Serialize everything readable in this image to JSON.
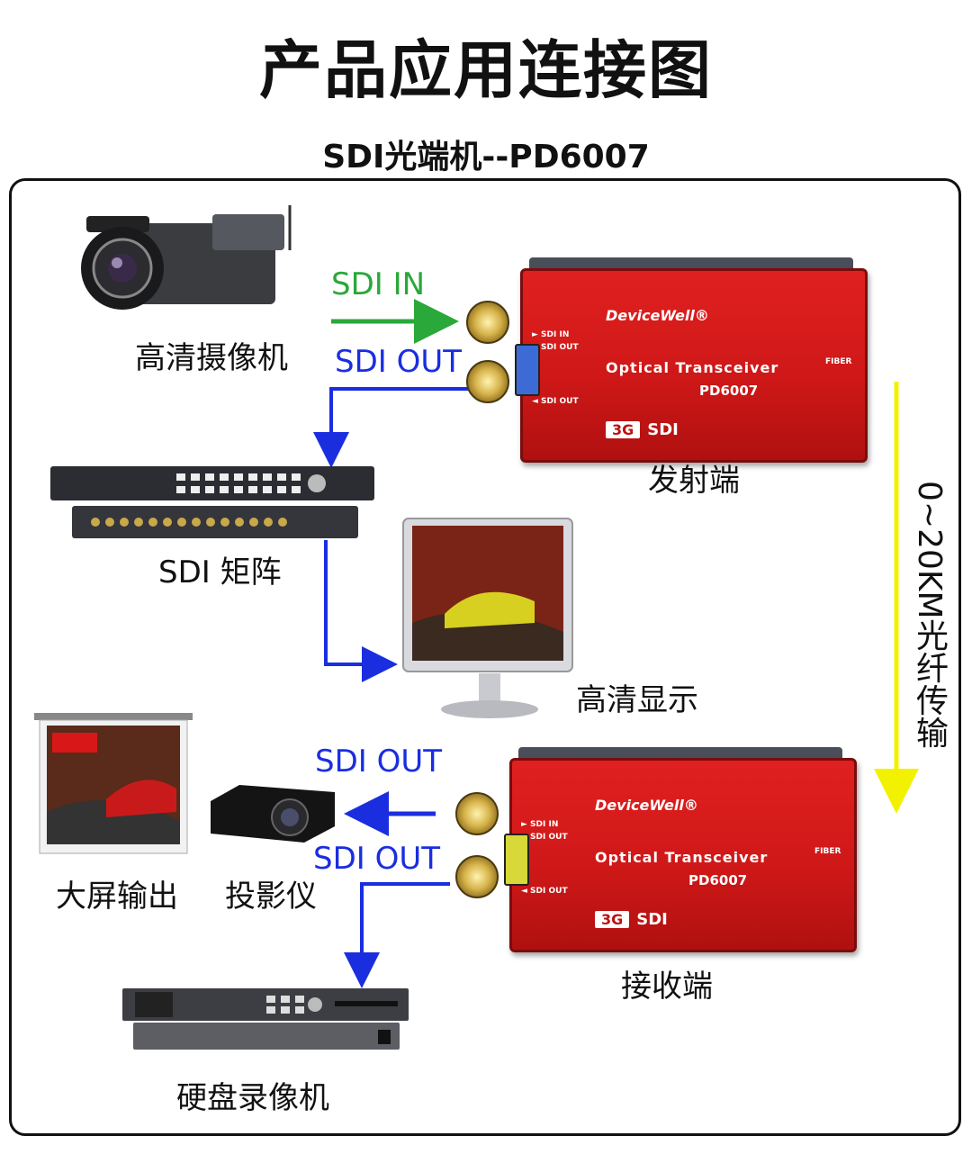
{
  "title": "产品应用连接图",
  "subtitle": "SDI光端机--PD6007",
  "devices": {
    "camera": "高清摄像机",
    "matrix": "SDI 矩阵",
    "monitor": "高清显示",
    "screen": "大屏输出",
    "projector": "投影仪",
    "recorder": "硬盘录像机",
    "transmitter": "发射端",
    "receiver": "接收端"
  },
  "signals": {
    "sdi_in": "SDI IN",
    "tx_sdi_out": "SDI OUT",
    "rx_sdi_out_1": "SDI OUT",
    "rx_sdi_out_2": "SDI OUT",
    "fiber_link": "0~20KM光纤传输"
  },
  "transceiver": {
    "brand": "DeviceWell®",
    "product": "Optical Transceiver",
    "model": "PD6007",
    "badge_3g": "3G",
    "badge_sdi": "SDI",
    "port_sdi_in": "► SDI IN",
    "port_sdi_out": "◄ SDI OUT",
    "port_fiber": "FIBER"
  },
  "colors": {
    "green_arrow": "#2aa83a",
    "blue_arrow": "#1a2ee0",
    "yellow_arrow": "#f2f200",
    "device_red": "#d01818"
  }
}
